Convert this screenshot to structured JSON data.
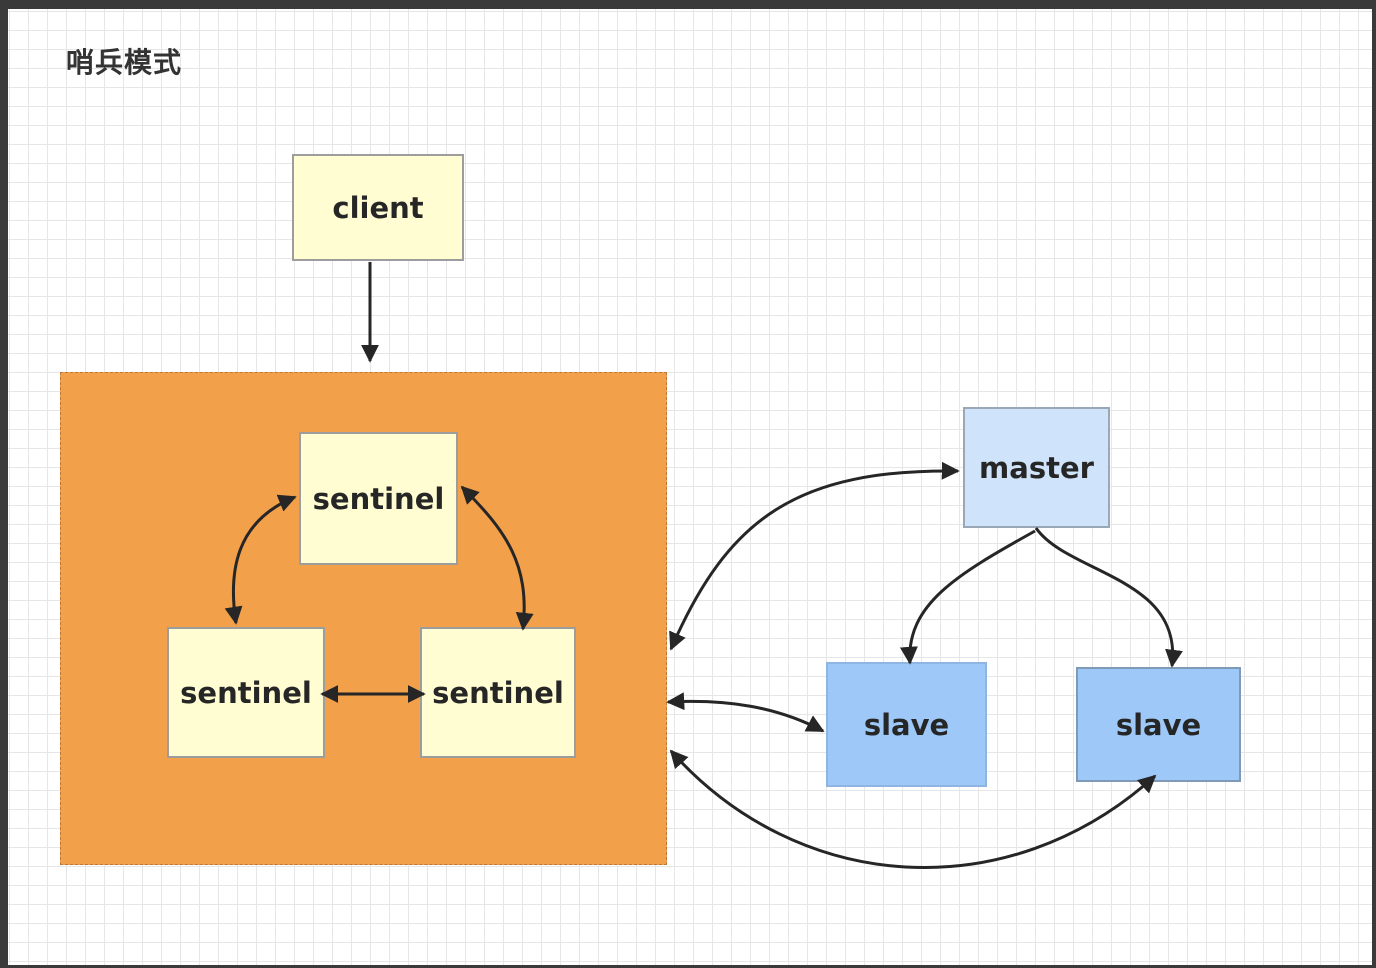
{
  "title": "哨兵模式",
  "nodes": {
    "client": "client",
    "sentinel_top": "sentinel",
    "sentinel_left": "sentinel",
    "sentinel_right": "sentinel",
    "master": "master",
    "slave_left": "slave",
    "slave_right": "slave"
  },
  "colors": {
    "group_fill": "#f2a04a",
    "node_yellow": "#fffdd1",
    "master_fill": "#cfe3fb",
    "slave_fill": "#9ec8f8",
    "edge": "#262626"
  }
}
